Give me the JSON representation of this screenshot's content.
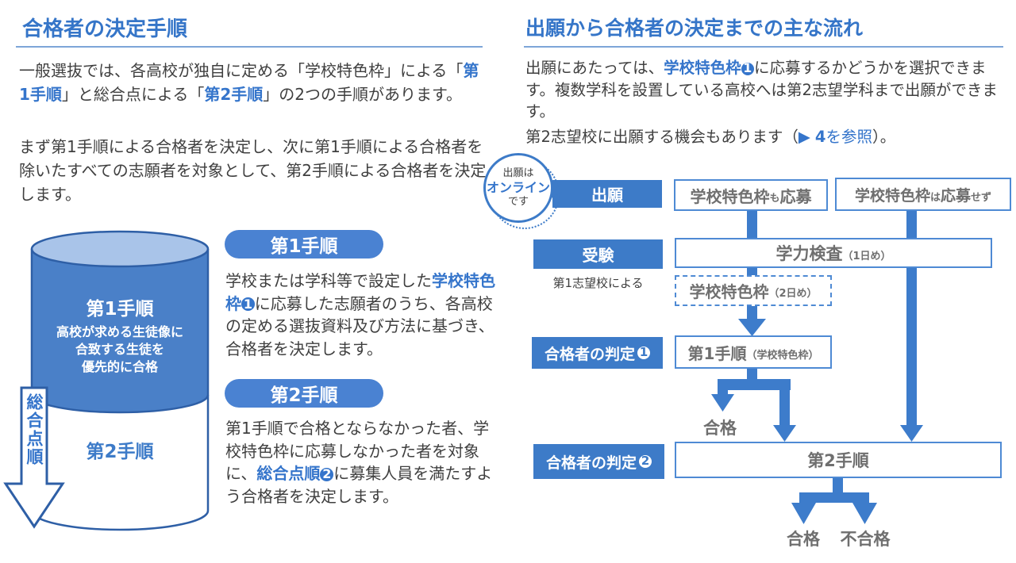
{
  "colors": {
    "primary_blue": "#3d7bc8",
    "accent_blue": "#3575cb",
    "box_border_blue": "#4e8ad4",
    "cylinder_top": "#a9c4e9",
    "cylinder_body": "#4a80c8",
    "cylinder_stroke": "#2e5fa6",
    "gray_text": "#6f6f6f",
    "dark_text": "#3f3f3f"
  },
  "refs": {
    "n1": "1",
    "n2": "2"
  },
  "left": {
    "title": "合格者の決定手順",
    "p1": {
      "s1": "一般選抜では、各高校が独自に定める「学校特色枠」による「",
      "hl1": "第1手順",
      "s2": "」と総合点による「",
      "hl2": "第2手順",
      "s3": "」の2つの手順があります。"
    },
    "p2": "まず第1手順による合格者を決定し、次に第1手順による合格者を除いたすべての志願者を対象として、第2手順による合格者を決定します。",
    "cylinder": {
      "step1_title": "第1手順",
      "desc1": "高校が求める生徒像に",
      "desc2": "合致する生徒を",
      "desc3": "優先的に合格",
      "step2_title": "第2手順",
      "arrow_label": "総合点順"
    },
    "step1": {
      "pill": "第1手順",
      "s1": "学校または学科等で設定した",
      "hl": "学校特色枠",
      "s2": "に応募した志願者のうち、各高校の定める選抜資料及び方法に基づき、合格者を決定します。"
    },
    "step2": {
      "pill": "第2手順",
      "s1": "第1手順で合格とならなかった者、学校特色枠に応募しなかった者を対象に、",
      "hl": "総合点順",
      "s2": "に募集人員を満たすよう合格者を決定します。"
    }
  },
  "right": {
    "title": "出願から合格者の決定までの主な流れ",
    "p1": {
      "s1": "出願にあたっては、",
      "hl": "学校特色枠",
      "s2": "に応募するかどうかを選択できます。複数学科を設置している高校へは第2志望学科まで出願ができます。"
    },
    "p2": {
      "s1": "第2志望校に出願する機会もあります（",
      "arrow": "▶",
      "num": "4",
      "ref": "を参照",
      "s2": "）。"
    },
    "bubble": {
      "l1": "出願は",
      "l2": "オンライン",
      "l3": "です"
    },
    "flow": {
      "labels": {
        "apply": "出願",
        "exam": "受験",
        "exam_note": "第1志望校による",
        "judge": "合格者の判定"
      },
      "boxes": {
        "apply_yes": {
          "a": "学校特色枠",
          "b": "も",
          "c": "応募"
        },
        "apply_no": {
          "a": "学校特色枠",
          "b": "は",
          "c": "応募",
          "d": "せず"
        },
        "exam_day1": {
          "a": "学力検査",
          "b": "（1日め）"
        },
        "exam_day2": {
          "a": "学校特色枠",
          "b": "（2日め）"
        },
        "judge1": {
          "a": "第1手順",
          "b": "（学校特色枠）"
        },
        "judge2": {
          "a": "第2手順"
        }
      },
      "results": {
        "pass1": "合格",
        "pass2": "合格",
        "fail": "不合格"
      }
    }
  }
}
